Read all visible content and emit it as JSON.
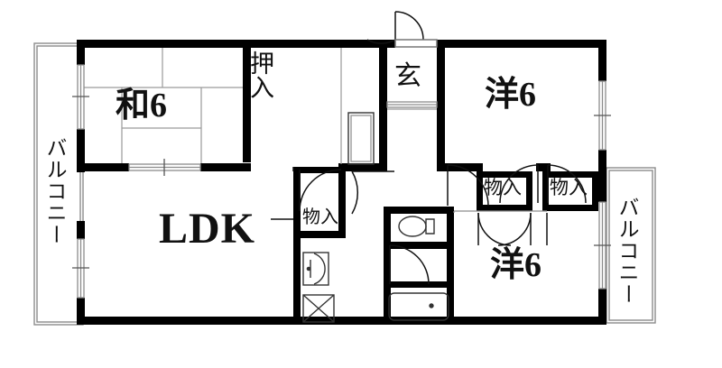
{
  "document": {
    "kind": "floor-plan",
    "layout_type": "3LDK",
    "language": "ja"
  },
  "rooms": [
    {
      "id": "washitsu",
      "label": "和6",
      "type": "japanese-tatami-room",
      "size_jo": 6
    },
    {
      "id": "ldk",
      "label": "LDK",
      "type": "living-dining-kitchen"
    },
    {
      "id": "youshitsu-top",
      "label": "洋6",
      "type": "western-room",
      "size_jo": 6
    },
    {
      "id": "youshitsu-bot",
      "label": "洋6",
      "type": "western-room",
      "size_jo": 6
    },
    {
      "id": "genkan",
      "label": "玄",
      "type": "entrance"
    }
  ],
  "closets": [
    {
      "id": "oshiire",
      "label": "押入",
      "type": "japanese-closet"
    },
    {
      "id": "mono-ldk",
      "label": "物入",
      "type": "storage"
    },
    {
      "id": "mono-a",
      "label": "物入",
      "type": "storage"
    },
    {
      "id": "mono-b",
      "label": "物入",
      "type": "storage"
    }
  ],
  "balconies": [
    {
      "id": "balcony-left",
      "label": "バルコニー",
      "position": "left"
    },
    {
      "id": "balcony-right",
      "label": "バルコニー",
      "position": "right"
    }
  ],
  "fixtures": [
    {
      "id": "toilet",
      "name": "toilet-fixture"
    },
    {
      "id": "bathtub",
      "name": "bathtub-fixture"
    },
    {
      "id": "vanity-sink",
      "name": "sink-fixture"
    },
    {
      "id": "washing-machine",
      "name": "washing-machine-slot"
    },
    {
      "id": "shoe-box",
      "name": "shoe-cabinet"
    }
  ],
  "colors": {
    "wall": "#000000",
    "thin_line": "#7a7a7a",
    "background": "#ffffff",
    "text": "#111111"
  }
}
